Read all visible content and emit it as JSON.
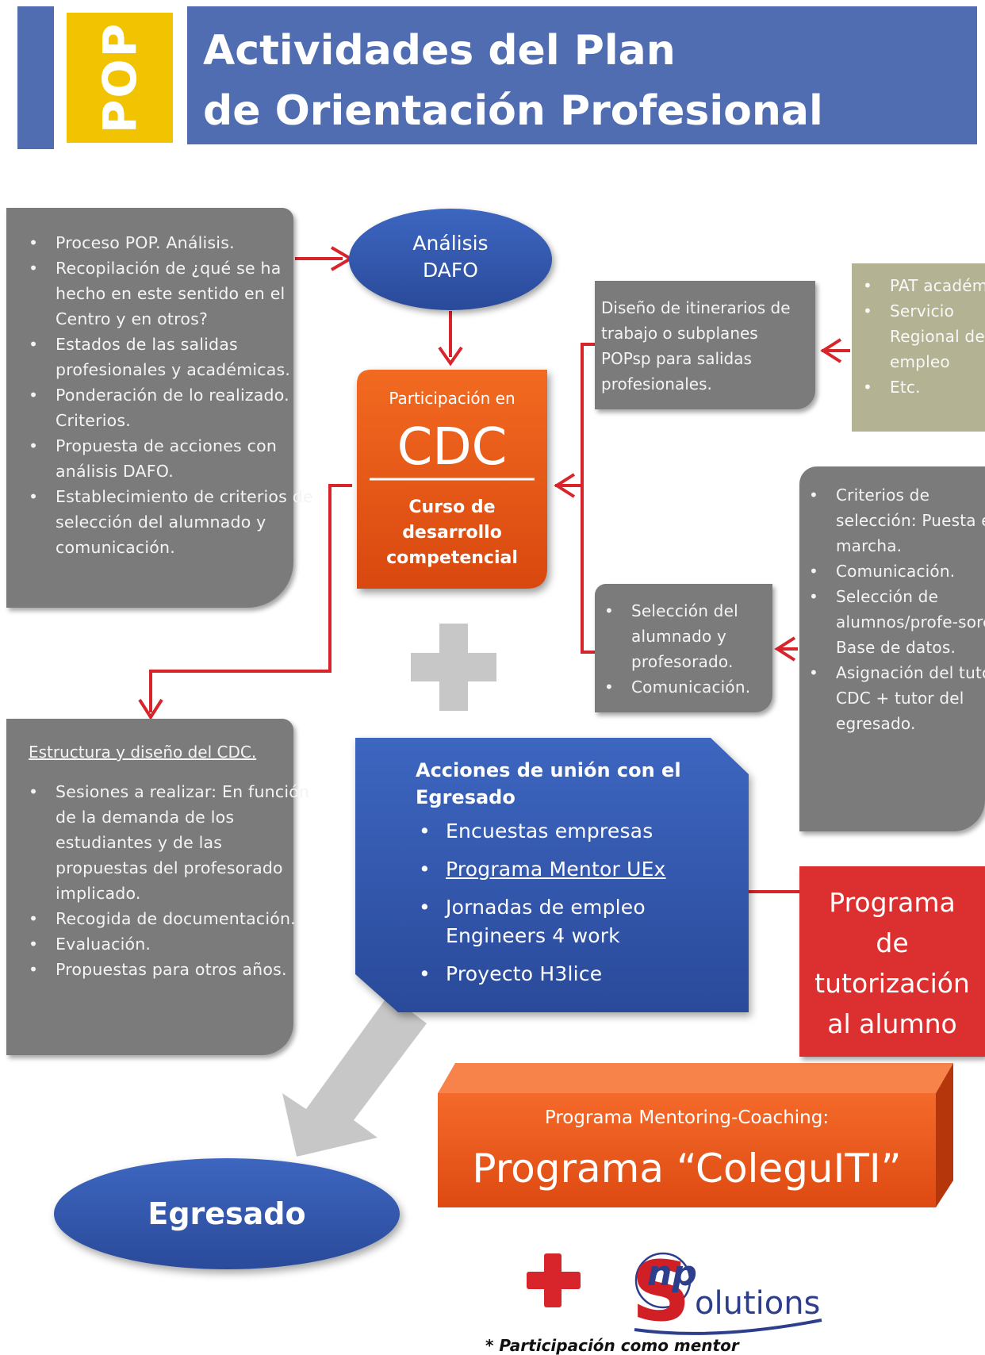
{
  "header": {
    "badge": "POP",
    "title_line1": "Actividades del Plan",
    "title_line2": "de Orientación Profesional"
  },
  "left_top_box": {
    "items": [
      "Proceso POP. Análisis.",
      "Recopilación de ¿qué se ha hecho en este sentido en el Centro y en otros?",
      "Estados de las salidas profesionales y académicas.",
      "Ponderación de lo realizado. Criterios.",
      "Propuesta de acciones con análisis DAFO.",
      "Establecimiento de criterios de selección del alumnado y comunicación."
    ]
  },
  "dafo": {
    "line1": "Análisis",
    "line2": "DAFO"
  },
  "cdc": {
    "top": "Participación en",
    "acronym": "CDC",
    "sub1": "Curso de",
    "sub2": "desarrollo",
    "sub3": "competencial"
  },
  "diseno_box": {
    "text": "Diseño de itinerarios de trabajo o subplanes POPsp para salidas profesionales."
  },
  "pat_box": {
    "items": [
      "PAT académico",
      "Servicio Regional de empleo",
      "Etc."
    ]
  },
  "criterios_box": {
    "items": [
      "Criterios de selección: Puesta en marcha.",
      "Comunicación.",
      "Selección de alumnos/profe-sores. Base de datos.",
      "Asignación del tutor CDC + tutor del egresado."
    ]
  },
  "seleccion_box": {
    "items": [
      "Selección del alumnado y profesorado.",
      "Comunicación."
    ]
  },
  "estructura_box": {
    "title": "Estructura y diseño del CDC.",
    "items": [
      "Sesiones a realizar: En función de la demanda de los estudiantes y de las propuestas del profesorado implicado.",
      "Recogida de documentación.",
      "Evaluación.",
      "Propuestas para otros años."
    ]
  },
  "acciones_box": {
    "title": "Acciones de unión con el Egresado",
    "items": [
      "Encuestas empresas",
      "Programa Mentor UEx",
      "Jornadas de empleo Engineers 4 work",
      "Proyecto H3lice"
    ]
  },
  "tutorizacion_box": {
    "line1": "Programa",
    "line2": "de",
    "line3": "tutorización",
    "line4": "al alumno"
  },
  "coleguiti_box": {
    "subtitle": "Programa Mentoring-Coaching:",
    "title": "Programa “ColeguITI”"
  },
  "egresado": {
    "label": "Egresado"
  },
  "logo": {
    "letter": "S",
    "initials": "np",
    "word": "olutions"
  },
  "footnote": "* Participación como mentor",
  "colors": {
    "header_blue": "#506db2",
    "badge_yellow": "#f2c300",
    "gray_box": "#7b7b7b",
    "khaki_box": "#b3b393",
    "orange": "#e8531a",
    "red_arrow": "#d8242b",
    "red_box": "#dc2f2f",
    "blue_box": "#3556a8",
    "light_gray": "#c7c7c7"
  }
}
